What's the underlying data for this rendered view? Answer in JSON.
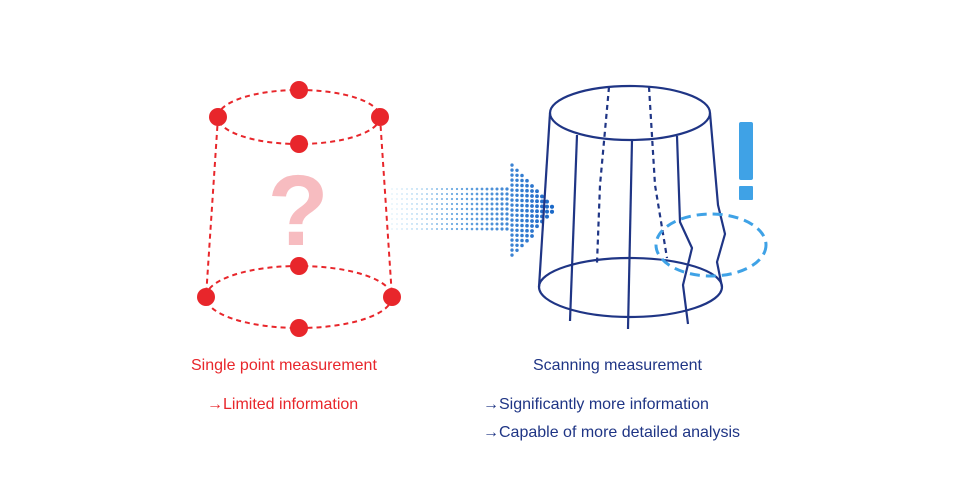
{
  "left": {
    "title": "Single point measurement",
    "notes": [
      "→Limited information"
    ],
    "question_mark": "?",
    "color": "#e8262b",
    "mark_color": "#f7bcc0"
  },
  "right": {
    "title": "Scanning measurement",
    "notes": [
      "→Significantly more information",
      "→Capable of more detailed analysis"
    ],
    "exclamation_mark": "!",
    "color": "#1f3585",
    "highlight_color": "#3fa2e6"
  },
  "arrow": {
    "icon": "dotted-arrow-icon",
    "color_start": "#9fd3f2",
    "color_end": "#1866c7"
  }
}
